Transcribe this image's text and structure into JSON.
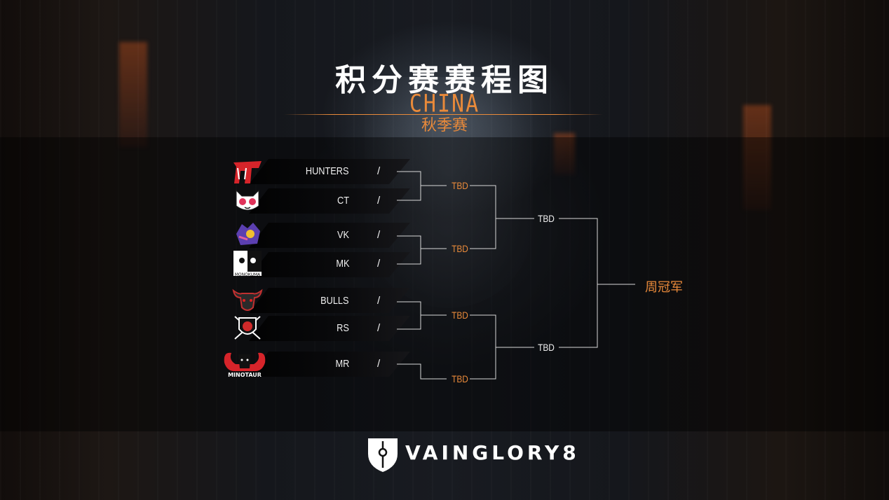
{
  "header": {
    "title": "积分赛赛程图",
    "region": "CHINA",
    "season": "秋季赛"
  },
  "teams": [
    {
      "name": "HUNTERS",
      "score": "/",
      "logo": "hunters-logo-icon"
    },
    {
      "name": "CT",
      "score": "/",
      "logo": "cat-logo-icon"
    },
    {
      "name": "VK",
      "score": "/",
      "logo": "vk-logo-icon"
    },
    {
      "name": "MK",
      "score": "/",
      "logo": "monokuma-logo-icon"
    },
    {
      "name": "BULLS",
      "score": "/",
      "logo": "bull-logo-icon"
    },
    {
      "name": "RS",
      "score": "/",
      "logo": "rose-shield-logo-icon"
    },
    {
      "name": "MR",
      "score": "/",
      "logo": "minotaur-logo-icon"
    }
  ],
  "logo_texts": {
    "monokuma": "MONOKUMA",
    "minotaur": "MINOTAUR"
  },
  "bracket": {
    "round2": [
      "TBD",
      "TBD",
      "TBD",
      "TBD"
    ],
    "semis": [
      "TBD",
      "TBD"
    ],
    "champion": "周冠军"
  },
  "colors": {
    "accent": "#e98a3a",
    "text": "#f0f0f0"
  },
  "footer": {
    "brand": "VAINGLORY8"
  }
}
